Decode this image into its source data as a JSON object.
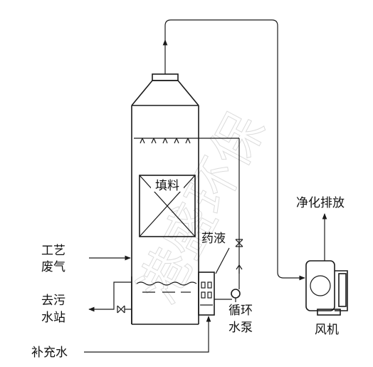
{
  "labels": {
    "packing": "填料",
    "process_gas_line1": "工艺",
    "process_gas_line2": "废气",
    "to_wastewater_line1": "去污",
    "to_wastewater_line2": "水站",
    "makeup_water": "补充水",
    "chemical": "药液",
    "pump_line1": "循环",
    "pump_line2": "水泵",
    "clean_discharge": "净化排放",
    "fan": "风机"
  },
  "watermark": "港盛环保"
}
